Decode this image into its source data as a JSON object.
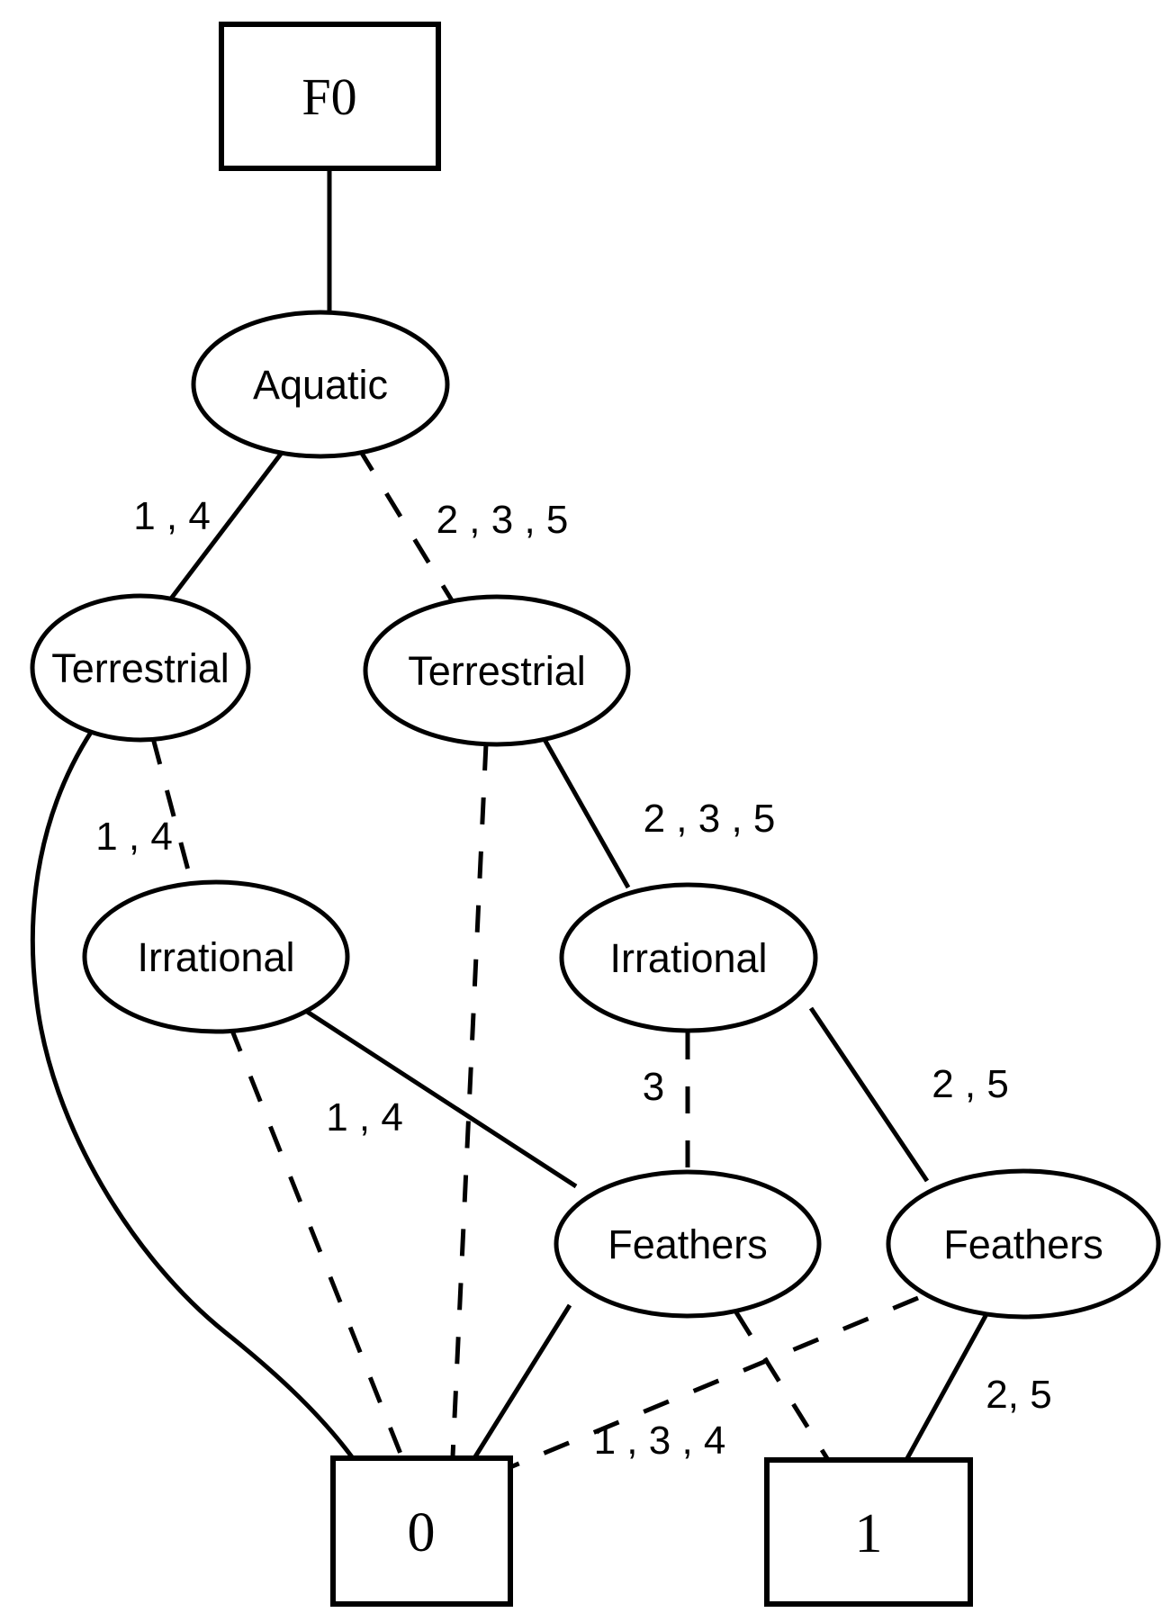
{
  "diagram": {
    "type": "binary-decision-diagram",
    "colors": {
      "line": "#000000",
      "background": "#ffffff",
      "text": "#000000"
    },
    "root": {
      "label": "F0",
      "shape": "rectangle"
    },
    "nodes": [
      {
        "id": "aquatic",
        "label": "Aquatic",
        "shape": "ellipse"
      },
      {
        "id": "terrestrial-left",
        "label": "Terrestrial",
        "shape": "ellipse"
      },
      {
        "id": "terrestrial-right",
        "label": "Terrestrial",
        "shape": "ellipse"
      },
      {
        "id": "irrational-left",
        "label": "Irrational",
        "shape": "ellipse"
      },
      {
        "id": "irrational-right",
        "label": "Irrational",
        "shape": "ellipse"
      },
      {
        "id": "feathers-left",
        "label": "Feathers",
        "shape": "ellipse"
      },
      {
        "id": "feathers-right",
        "label": "Feathers",
        "shape": "ellipse"
      }
    ],
    "terminals": [
      {
        "id": "zero",
        "label": "0",
        "shape": "rectangle"
      },
      {
        "id": "one",
        "label": "1",
        "shape": "rectangle"
      }
    ],
    "edges": [
      {
        "from": "F0",
        "to": "aquatic",
        "style": "solid",
        "label": ""
      },
      {
        "from": "aquatic",
        "to": "terrestrial-left",
        "style": "solid",
        "label": "1 , 4"
      },
      {
        "from": "aquatic",
        "to": "terrestrial-right",
        "style": "dashed",
        "label": "2 , 3 , 5"
      },
      {
        "from": "terrestrial-left",
        "to": "zero",
        "style": "solid",
        "label": ""
      },
      {
        "from": "terrestrial-left",
        "to": "irrational-left",
        "style": "dashed",
        "label": "1 , 4"
      },
      {
        "from": "terrestrial-right",
        "to": "zero",
        "style": "dashed",
        "label": ""
      },
      {
        "from": "terrestrial-right",
        "to": "irrational-right",
        "style": "solid",
        "label": "2 , 3 , 5"
      },
      {
        "from": "irrational-left",
        "to": "zero",
        "style": "dashed",
        "label": ""
      },
      {
        "from": "irrational-left",
        "to": "feathers-left",
        "style": "solid",
        "label": "1 , 4"
      },
      {
        "from": "irrational-right",
        "to": "feathers-left",
        "style": "dashed",
        "label": "3"
      },
      {
        "from": "irrational-right",
        "to": "feathers-right",
        "style": "solid",
        "label": "2 , 5"
      },
      {
        "from": "feathers-left",
        "to": "zero",
        "style": "solid",
        "label": ""
      },
      {
        "from": "feathers-left",
        "to": "one",
        "style": "dashed",
        "label": ""
      },
      {
        "from": "feathers-right",
        "to": "zero",
        "style": "dashed",
        "label": "1 , 3 , 4"
      },
      {
        "from": "feathers-right",
        "to": "one",
        "style": "solid",
        "label": "2, 5"
      }
    ]
  }
}
